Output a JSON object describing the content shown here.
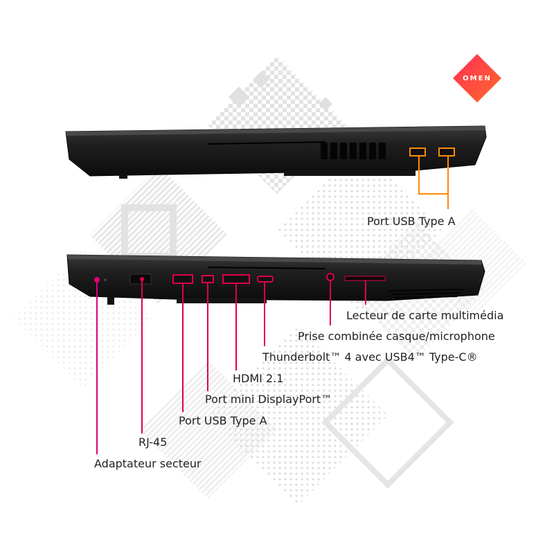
{
  "brand": {
    "logo_text": "OMEN",
    "logo_colors": [
      "#ff2d55",
      "#ff6a2b"
    ]
  },
  "colors": {
    "callout_right_side": "#ff8a00",
    "callout_left_side": "#e0004a",
    "callout_power": "#e0007a",
    "chassis": "#1a1a1a"
  },
  "top_view": {
    "labels": {
      "usb_a": "Port USB Type A"
    }
  },
  "bottom_view": {
    "labels": {
      "card_reader": "Lecteur de carte multimédia",
      "audio_combo": "Prise combinée casque/microphone",
      "thunderbolt": "Thunderbolt™ 4 avec USB4™ Type-C®",
      "hdmi": "HDMI 2.1",
      "mini_dp": "Port mini DisplayPort™",
      "usb_a": "Port USB Type A",
      "rj45": "RJ-45",
      "power": "Adaptateur secteur"
    }
  }
}
